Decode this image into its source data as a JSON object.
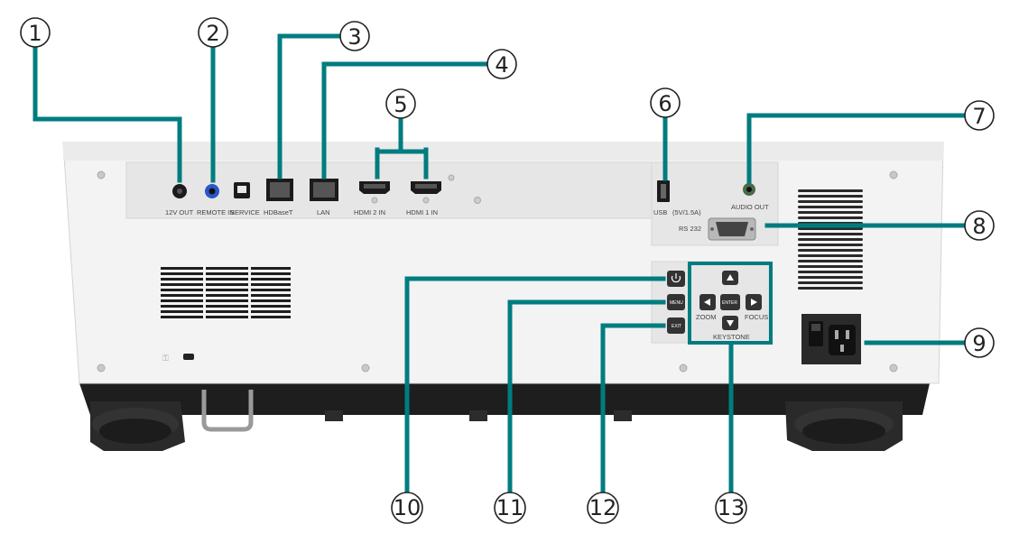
{
  "theme": {
    "leader_color": "#007c80",
    "body_color": "#f3f3f3",
    "panel_color": "#e6e6e6",
    "base_color": "#1e1e1e"
  },
  "callouts": [
    "1",
    "2",
    "3",
    "4",
    "5",
    "6",
    "7",
    "8",
    "9",
    "10",
    "11",
    "12",
    "13"
  ],
  "ports": {
    "v12_out": "12V OUT",
    "remote_in": "REMOTE IN",
    "service": "SERVICE",
    "hdbaset": "HDBaseT",
    "lan": "LAN",
    "hdmi2": "HDMI 2 IN",
    "hdmi1": "HDMI 1 IN",
    "usb": "USB",
    "usb_rating": "(5V/1.5A)",
    "audio_out": "AUDIO OUT",
    "rs232": "RS 232"
  },
  "keypad": {
    "menu": "MENU",
    "exit": "EXIT",
    "enter": "ENTER",
    "zoom": "ZOOM",
    "focus": "FOCUS",
    "keystone": "KEYSTONE"
  },
  "icons": [
    "power-icon",
    "arrow-up-icon",
    "arrow-down-icon",
    "arrow-left-icon",
    "arrow-right-icon",
    "lock-icon",
    "usb-icon"
  ]
}
